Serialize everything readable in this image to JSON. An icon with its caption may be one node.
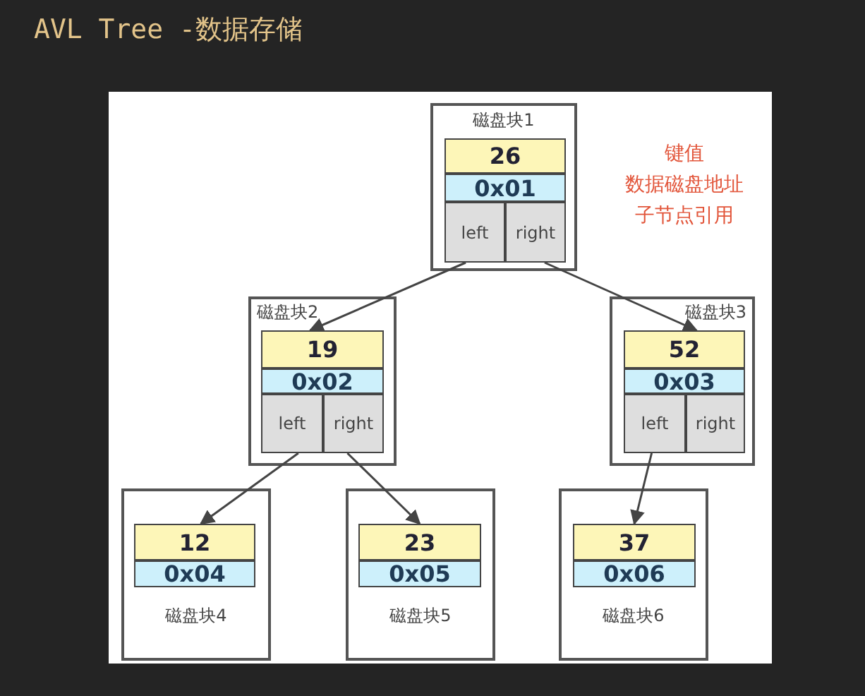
{
  "diagram": {
    "title": "AVL Tree -数据存储",
    "nodes": [
      {
        "text": [
          "磁盘块1"
        ]
      },
      {
        "text": [
          "26"
        ],
        "in": 0
      },
      {
        "text": [
          "0x01"
        ],
        "in": 0
      },
      {
        "text": [
          "left"
        ],
        "in": 0
      },
      {
        "text": [
          "right"
        ],
        "in": 0
      },
      {
        "text": [
          "磁盘块2"
        ]
      },
      {
        "text": [
          "19"
        ],
        "in": 5
      },
      {
        "text": [
          "0x02"
        ],
        "in": 5
      },
      {
        "text": [
          "left"
        ],
        "in": 5
      },
      {
        "text": [
          "right"
        ],
        "in": 5
      },
      {
        "text": [
          "磁盘块3"
        ]
      },
      {
        "text": [
          "52"
        ],
        "in": 10
      },
      {
        "text": [
          "0x03"
        ],
        "in": 10
      },
      {
        "text": [
          "left"
        ],
        "in": 10
      },
      {
        "text": [
          "right"
        ],
        "in": 10
      },
      {
        "text": [
          "磁盘块4"
        ]
      },
      {
        "text": [
          "12"
        ],
        "in": 15
      },
      {
        "text": [
          "0x04"
        ],
        "in": 15
      },
      {
        "text": [
          "磁盘块5"
        ]
      },
      {
        "text": [
          "23"
        ],
        "in": 18
      },
      {
        "text": [
          "0x05"
        ],
        "in": 18
      },
      {
        "text": [
          "磁盘块6"
        ]
      },
      {
        "text": [
          "37"
        ],
        "in": 21
      },
      {
        "text": [
          "0x06"
        ],
        "in": 21
      }
    ],
    "edges": [
      {
        "from": 3,
        "to": 6,
        "arrow": "to"
      },
      {
        "from": 4,
        "to": 11,
        "arrow": "to"
      },
      {
        "from": 8,
        "to": 16,
        "arrow": "to"
      },
      {
        "from": 9,
        "to": 19,
        "arrow": "to"
      },
      {
        "from": 13,
        "to": 22,
        "arrow": "to"
      }
    ],
    "labels": [
      "键值",
      "数据磁盘地址",
      "子节点引用"
    ]
  }
}
